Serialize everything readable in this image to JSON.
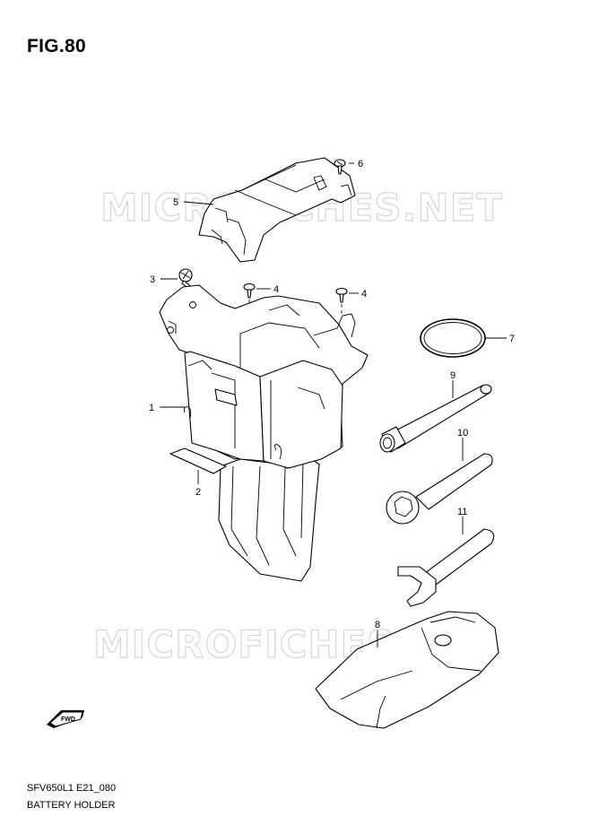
{
  "figure": {
    "title": "FIG.80"
  },
  "footer": {
    "code": "SFV650L1 E21_080",
    "name": "BATTERY HOLDER"
  },
  "watermark": "MICROFICHES.NET",
  "fwd_badge": "FWD",
  "callouts": {
    "p1": "1",
    "p2": "2",
    "p3": "3",
    "p4a": "4",
    "p4b": "4",
    "p5": "5",
    "p6": "6",
    "p7": "7",
    "p8": "8",
    "p9": "9",
    "p10": "10",
    "p11": "11"
  }
}
